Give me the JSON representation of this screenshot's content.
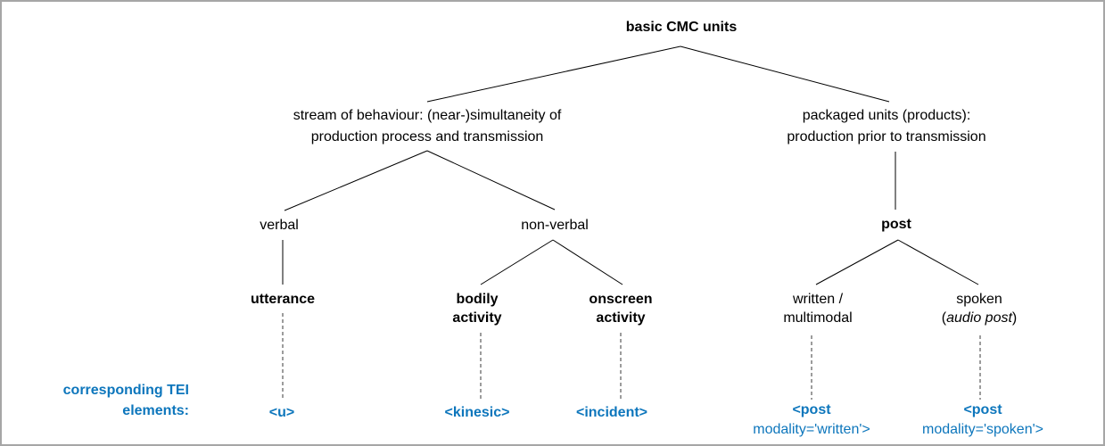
{
  "diagram_title": "basic CMC units tree",
  "nodes": {
    "root": {
      "label": "basic CMC units"
    },
    "stream": {
      "line1": "stream of behaviour: (near-)simultaneity of",
      "line2": "production process and transmission"
    },
    "packaged": {
      "line1": "packaged units (products):",
      "line2": "production prior to transmission"
    },
    "verbal": {
      "label": "verbal"
    },
    "nonverbal": {
      "label": "non-verbal"
    },
    "post": {
      "label": "post"
    },
    "utterance": {
      "label": "utterance"
    },
    "bodily": {
      "line1": "bodily",
      "line2": "activity"
    },
    "onscreen": {
      "line1": "onscreen",
      "line2": "activity"
    },
    "written": {
      "line1": "written /",
      "line2": "multimodal"
    },
    "spoken": {
      "line1": "spoken",
      "line2_open": "(",
      "line2_italic": "audio post",
      "line2_close": ")"
    }
  },
  "tei": {
    "caption_line1": "corresponding TEI",
    "caption_line2": "elements:",
    "u": "<u>",
    "kinesic": "<kinesic>",
    "incident": "<incident>",
    "post_written_line1": "<post",
    "post_written_line2": "modality='written'>",
    "post_spoken_line1": "<post",
    "post_spoken_line2": "modality='spoken'>"
  },
  "colors": {
    "accent_blue": "#0d76bc",
    "line_black": "#000000",
    "border_gray": "#a6a6a6"
  }
}
